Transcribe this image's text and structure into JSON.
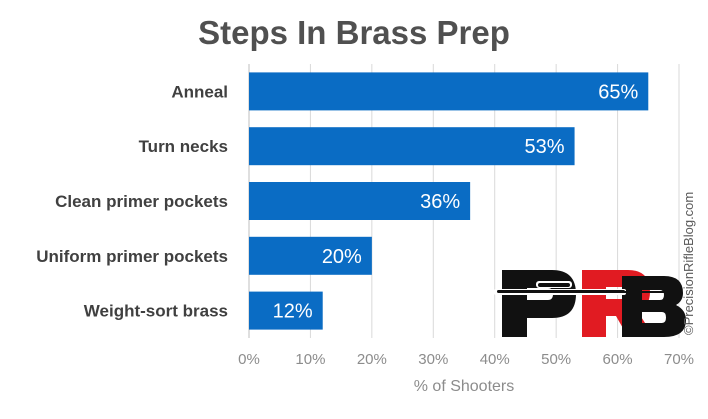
{
  "chart_data": {
    "type": "bar",
    "orientation": "horizontal",
    "title": "Steps In Brass Prep",
    "xlabel": "% of Shooters",
    "ylabel": "",
    "categories": [
      "Anneal",
      "Turn necks",
      "Clean primer pockets",
      "Uniform primer pockets",
      "Weight-sort brass"
    ],
    "values": [
      65,
      53,
      36,
      20,
      12
    ],
    "value_labels": [
      "65%",
      "53%",
      "36%",
      "20%",
      "12%"
    ],
    "xlim": [
      0,
      70
    ],
    "x_ticks": [
      "0%",
      "10%",
      "20%",
      "30%",
      "40%",
      "50%",
      "60%",
      "70%"
    ],
    "grid": true,
    "legend": "none",
    "colors": {
      "bar": "#0a6cc4",
      "grid": "#d9d9d9",
      "axis": "#bfbfbf",
      "label_text": "#404040",
      "tick_text": "#8c8c8c"
    }
  },
  "logo": {
    "text": "PRB",
    "colors": {
      "primary": "#111111",
      "accent": "#e11b22"
    }
  },
  "credit": "©PrecisionRifleBlog.com"
}
